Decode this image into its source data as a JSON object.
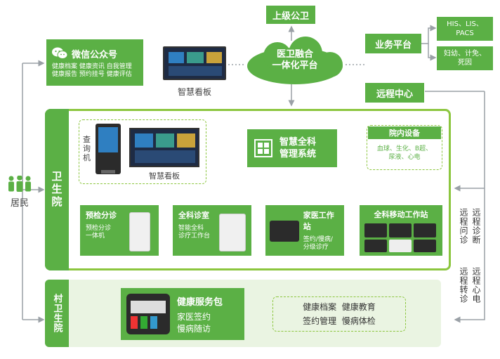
{
  "top": {
    "superior": "上级公卫",
    "platform": "医卫融合\n一体化平台",
    "business": "业务平台",
    "his": "HIS、LIS、\nPACS",
    "fuyou": "妇幼、计免、\n死因",
    "remote_center": "远程中心"
  },
  "wechat": {
    "title": "微信公众号",
    "line1": "健康档案 健康资讯 自我管理",
    "line2": "健康报告 预约挂号 健康评估"
  },
  "kanban_top": "智慧看板",
  "resident": "居民",
  "health_center": {
    "label": "卫生院",
    "query_machine": "查\n询\n机",
    "kanban": "智慧看板",
    "system_title": "智慧全科\n管理系统",
    "equipment_title": "院内设备",
    "equipment_items": "血球、生化、B超、\n尿液、心电",
    "stations": [
      {
        "title": "预检分诊",
        "sub": "预检分诊\n一体机"
      },
      {
        "title": "全科诊室",
        "sub": "智能全科\n诊疗工作台"
      },
      {
        "title": "家医工作站",
        "sub": "签约/慢病/\n分级诊疗"
      },
      {
        "title": "全科移动工作站",
        "sub": ""
      }
    ]
  },
  "village": {
    "label": "村卫生院",
    "kit_title": "健康服务包",
    "kit_sub1": "家医签约",
    "kit_sub2": "慢病随访",
    "services_line1": "健康档案  健康教育",
    "services_line2": "签约管理  慢病体检"
  },
  "remote": {
    "col1": "远程问诊",
    "col2": "远程诊断",
    "col3": "远程转诊",
    "col4": "远程心电"
  },
  "colors": {
    "green": "#5bb045",
    "light_green": "#eaf4e2",
    "line": "#9aa0a6"
  }
}
